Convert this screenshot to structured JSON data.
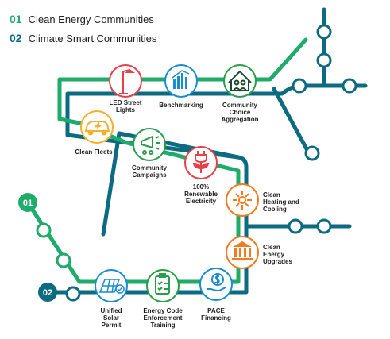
{
  "legend": [
    {
      "number": "01",
      "label": "Clean Energy Communities",
      "color": "#1fab6a"
    },
    {
      "number": "02",
      "label": "Climate Smart Communities",
      "color": "#0c6b80"
    }
  ],
  "line_tags": {
    "line1": "01",
    "line2": "02"
  },
  "colors": {
    "line1": "#1fab6a",
    "line2": "#0c6b80",
    "red": "#e8404a",
    "blue": "#1a8dd0",
    "green": "#2a9d4b",
    "orange": "#f27a1f",
    "yellow": "#f3b02b"
  },
  "stations": [
    {
      "id": "led",
      "label": [
        "LED Street",
        "Lights"
      ],
      "icon": "streetlight-icon",
      "color": "#e8404a"
    },
    {
      "id": "bench",
      "label": [
        "Benchmarking"
      ],
      "icon": "bar-chart-icon",
      "color": "#1a8dd0"
    },
    {
      "id": "cca",
      "label": [
        "Community",
        "Choice",
        "Aggregation"
      ],
      "icon": "house-people-icon",
      "color": "#2a9d4b"
    },
    {
      "id": "fleet",
      "label": [
        "Clean Fleets"
      ],
      "icon": "electric-car-icon",
      "color": "#f3b02b"
    },
    {
      "id": "camp",
      "label": [
        "Community",
        "Campaigns"
      ],
      "icon": "megaphone-icon",
      "color": "#2a9d4b"
    },
    {
      "id": "renew",
      "label": [
        "100%",
        "Renewable",
        "Electricity"
      ],
      "icon": "plug-leaf-icon",
      "color": "#e8404a"
    },
    {
      "id": "heat",
      "label": [
        "Clean",
        "Heating and",
        "Cooling"
      ],
      "icon": "heat-cool-icon",
      "color": "#f27a1f"
    },
    {
      "id": "upgrade",
      "label": [
        "Clean",
        "Energy",
        "Upgrades"
      ],
      "icon": "building-icon",
      "color": "#f27a1f"
    },
    {
      "id": "solar",
      "label": [
        "Unified",
        "Solar",
        "Permit"
      ],
      "icon": "solar-panel-icon",
      "color": "#1a8dd0"
    },
    {
      "id": "code",
      "label": [
        "Energy Code",
        "Enforcement",
        "Training"
      ],
      "icon": "clipboard-icon",
      "color": "#2a9d4b"
    },
    {
      "id": "pace",
      "label": [
        "PACE",
        "Financing"
      ],
      "icon": "money-hand-icon",
      "color": "#1a8dd0"
    }
  ]
}
